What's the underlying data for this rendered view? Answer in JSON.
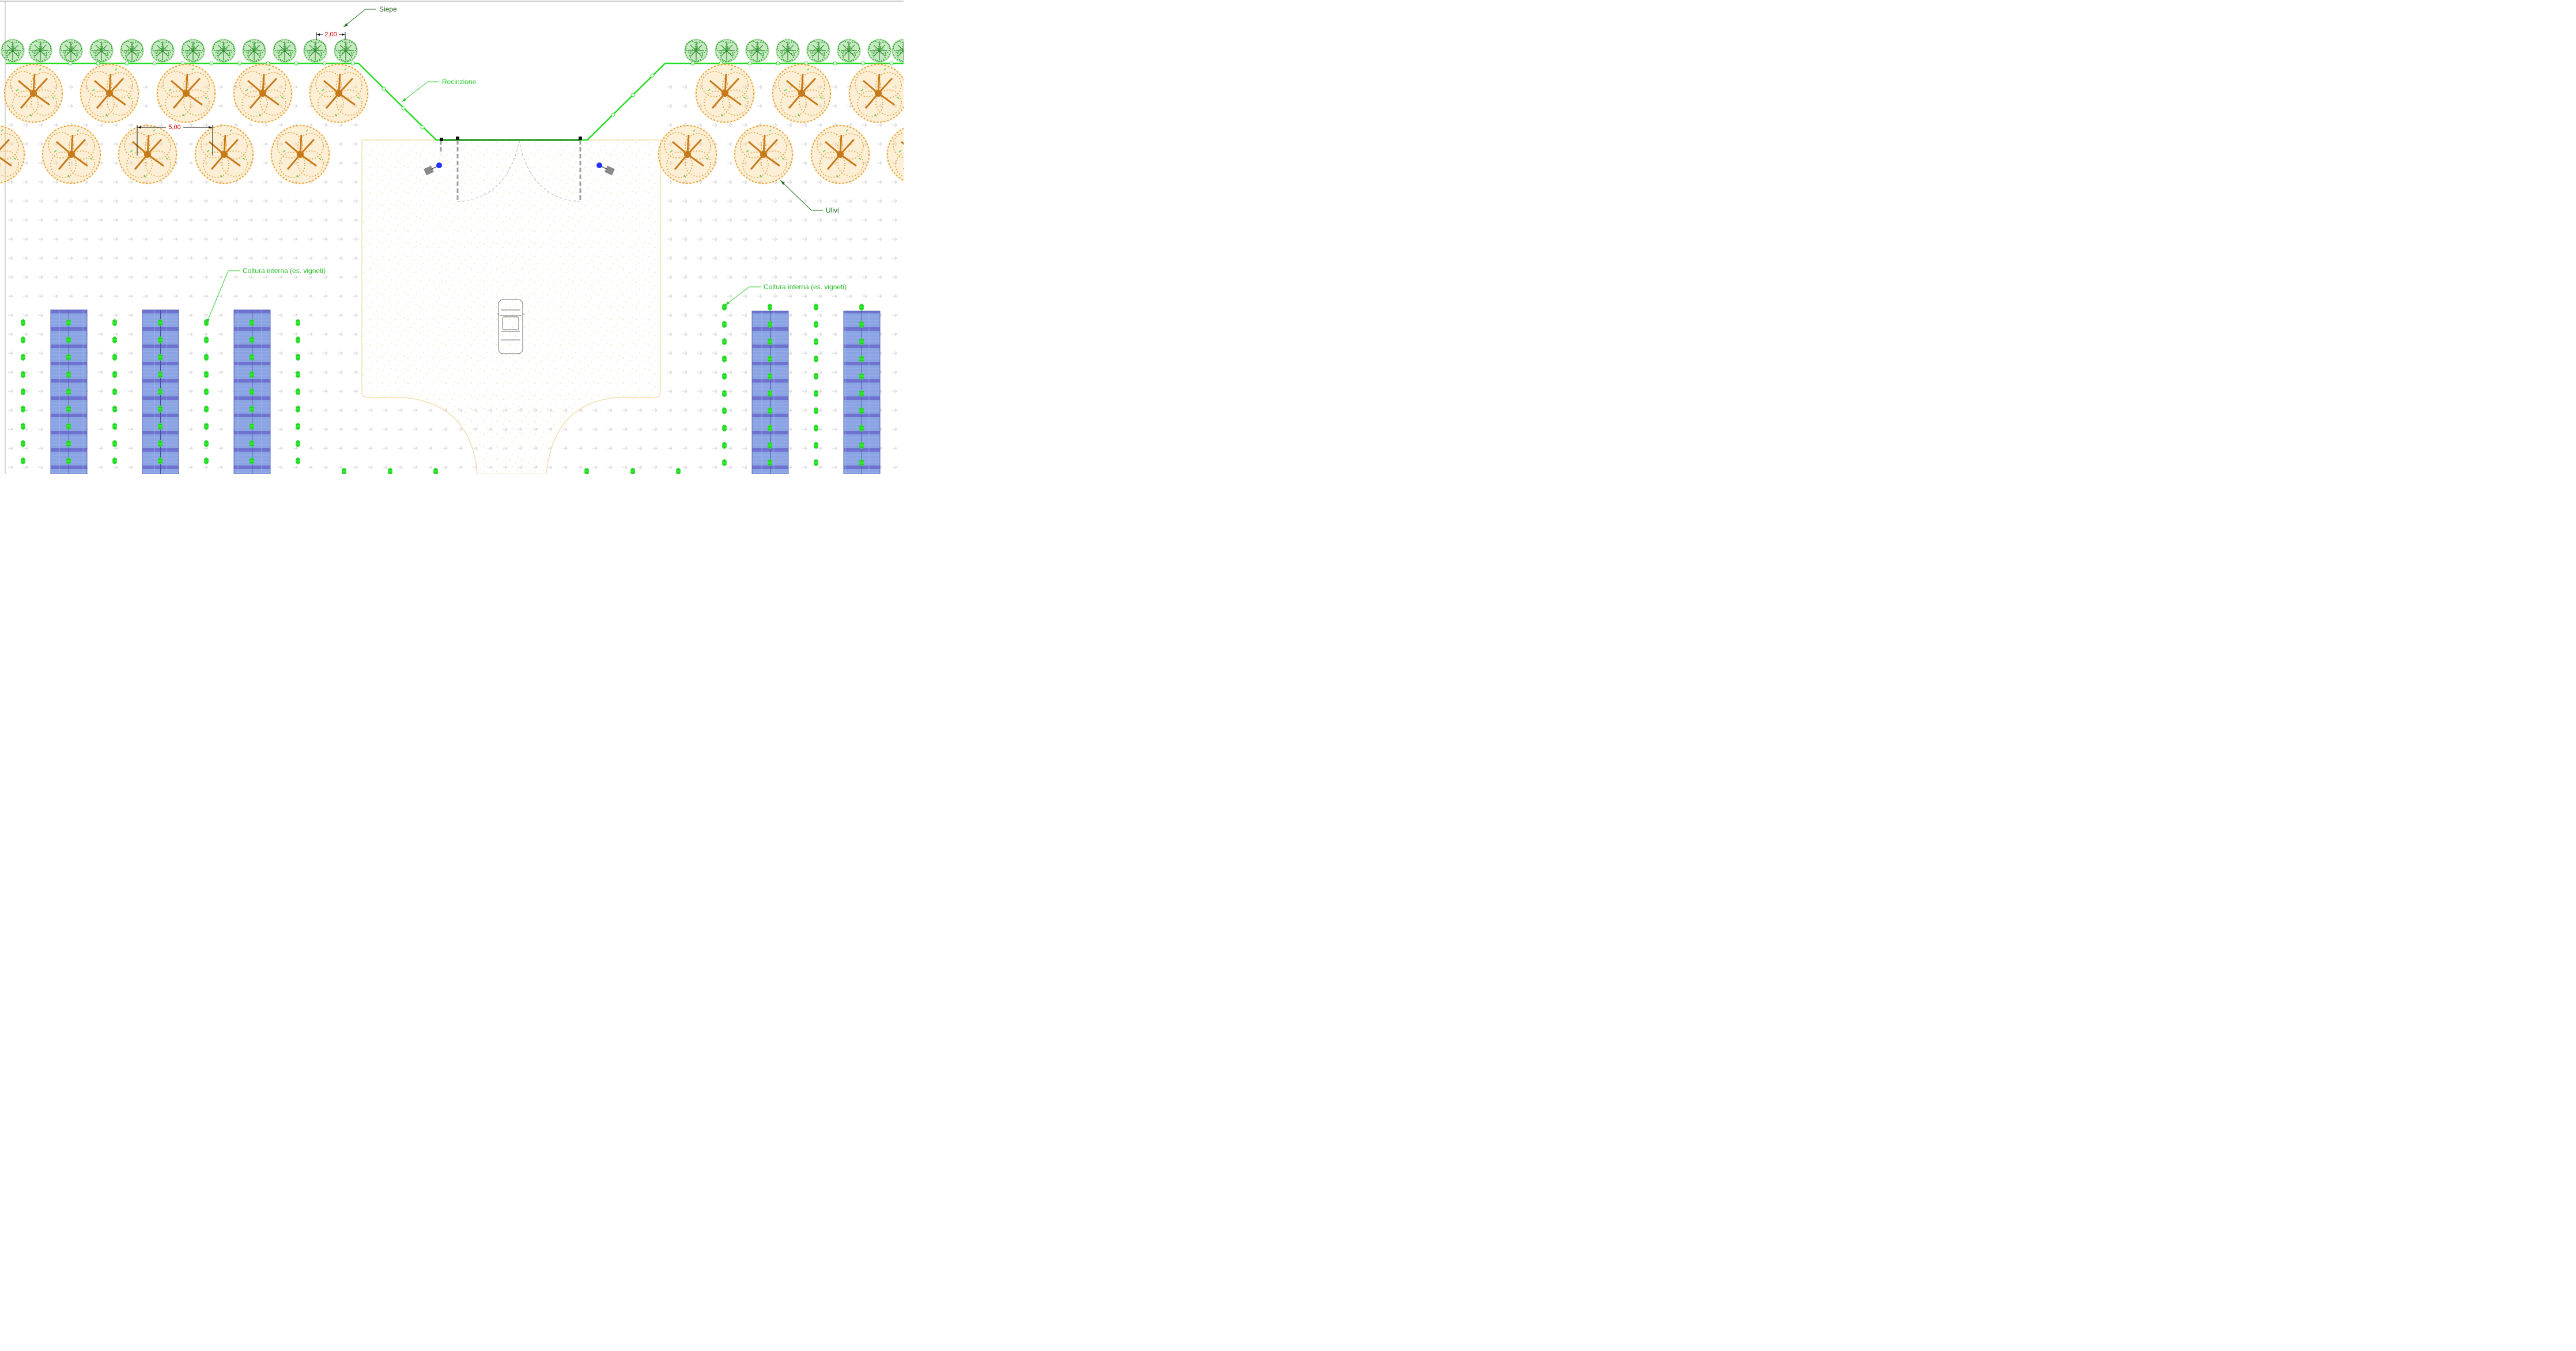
{
  "labels": {
    "siepe": "Siepe",
    "recinzione": "Recinzione",
    "ulivi": "Ulivi",
    "coltura_left": "Coltura interna (es. vigneti)",
    "coltura_right": "Coltura interna (es. vigneti)"
  },
  "dimensions": {
    "hedge_spacing": "2,00",
    "olive_spacing": "5,00"
  },
  "colors": {
    "fence": "#22dd22",
    "hedge": "#2ea82e",
    "olive": "#e8a23a",
    "olive_dark": "#c77a1a",
    "vine": "#2ee82e",
    "panel": "#7d95d8",
    "panel_stripe": "#6a6fce",
    "leader_dark": "#1e6b1e",
    "leader_light": "#33cc33",
    "dim_text": "#d40000",
    "arrow_grid": "#cfcfcf",
    "yard": "#f3dfb0",
    "gate": "#a0a0a0"
  },
  "icons": [
    "hedge-shrub-icon",
    "olive-tree-icon",
    "vine-plant-icon",
    "solar-panel-row-icon",
    "car-icon",
    "camera-icon",
    "gate-post-icon"
  ]
}
